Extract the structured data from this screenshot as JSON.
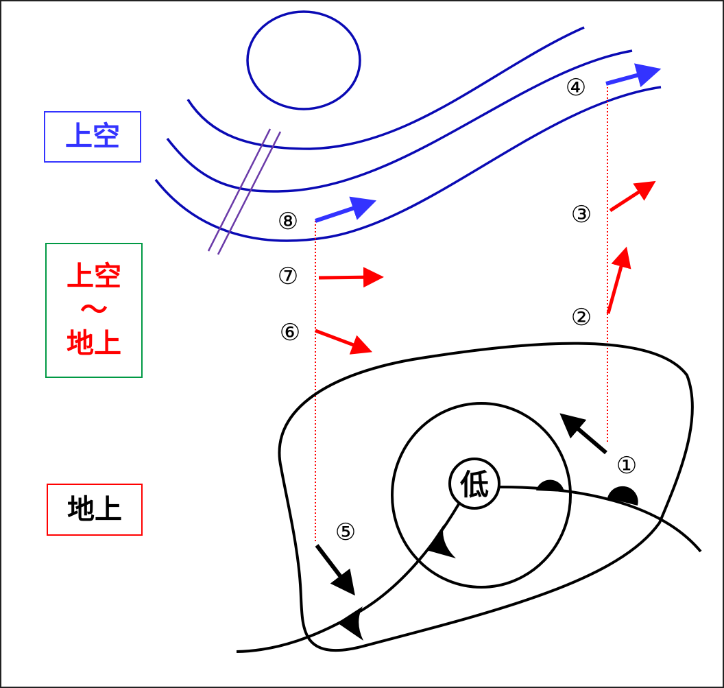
{
  "labels": {
    "upper": {
      "text": "上空",
      "color": "#3333ff",
      "border": "#3333ff"
    },
    "middle": {
      "line1": "上空",
      "line2": "〜",
      "line3": "地上",
      "color": "#ff0000",
      "border": "#009944"
    },
    "surface": {
      "text": "地上",
      "color": "#000000",
      "border": "#ff0000"
    }
  },
  "low_pressure": "低",
  "markers": [
    "①",
    "②",
    "③",
    "④",
    "⑤",
    "⑥",
    "⑦",
    "⑧"
  ],
  "colors": {
    "contour": "#0a0ab4",
    "trough": "#6a3aa8",
    "upper_arrow": "#3333ff",
    "mid_arrow": "#ff0000",
    "surface": "#000000"
  }
}
